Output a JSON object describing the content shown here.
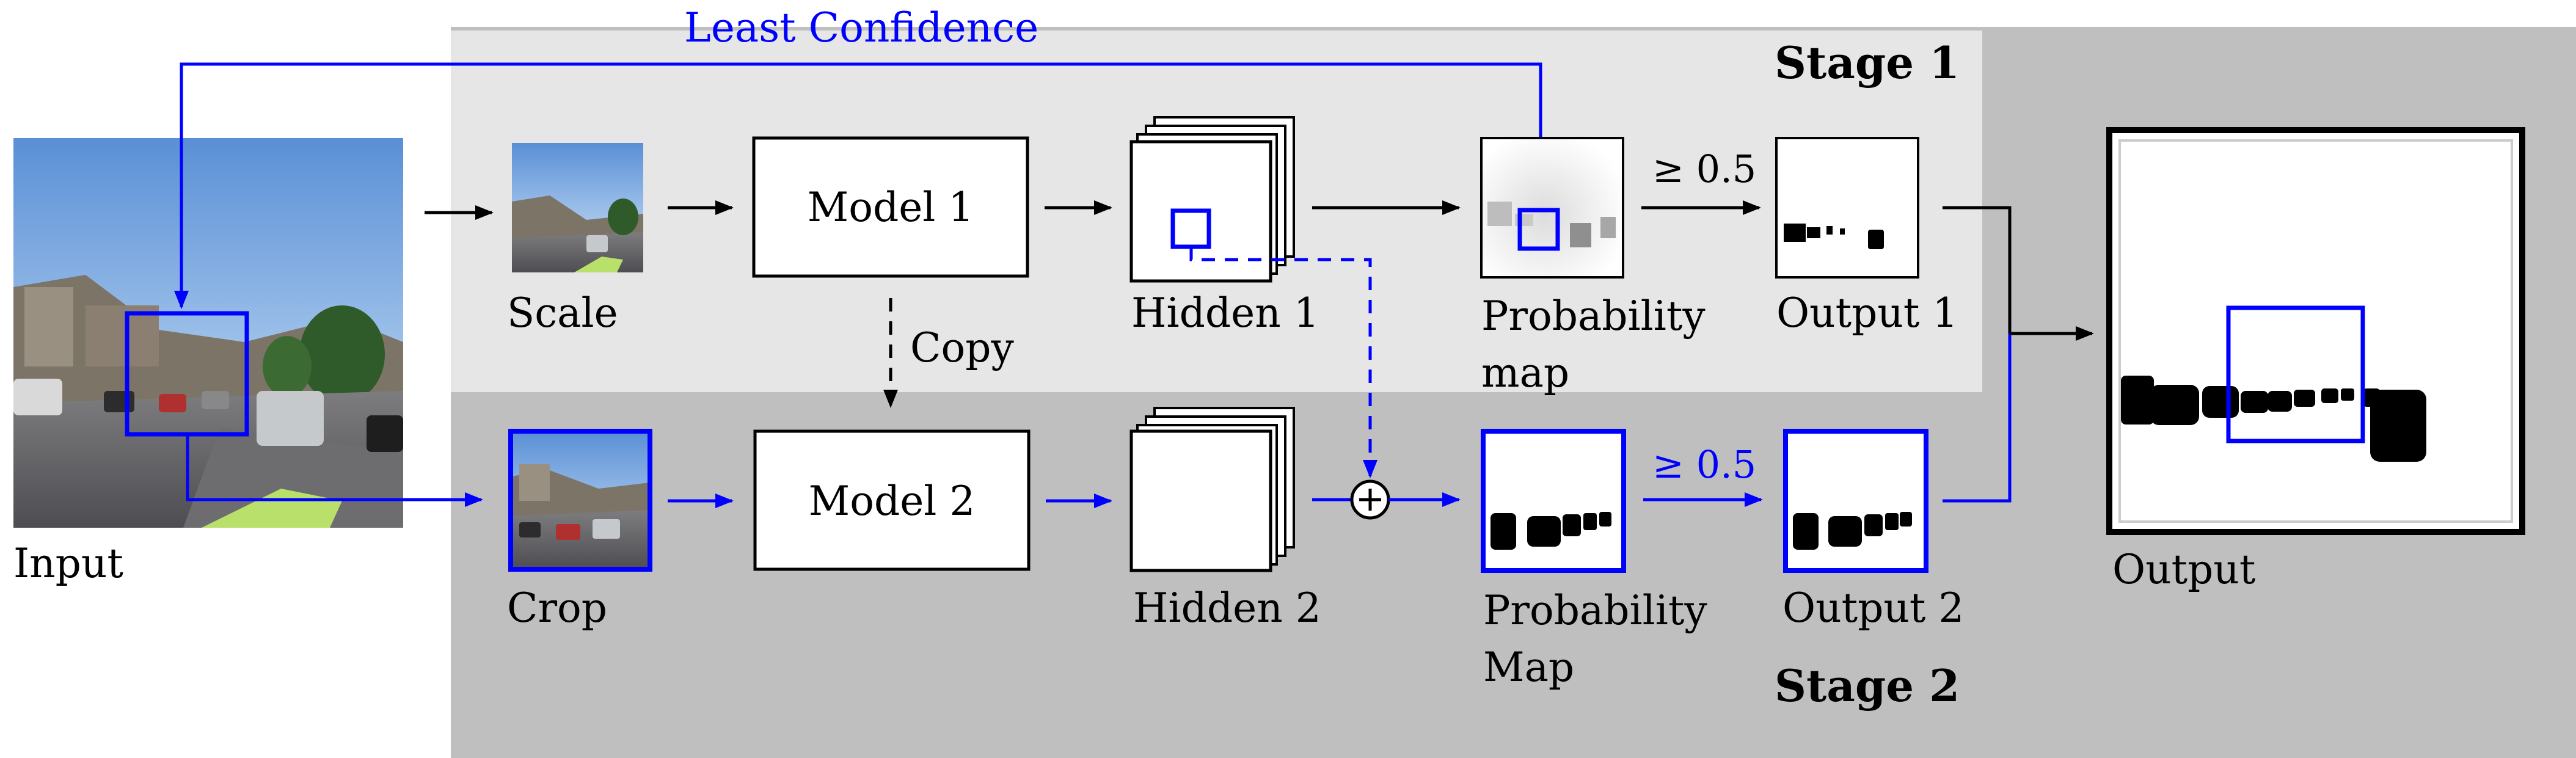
{
  "stage1": {
    "title": "Stage 1"
  },
  "stage2": {
    "title": "Stage 2"
  },
  "input": {
    "label": "Input"
  },
  "least_confidence": {
    "label": "Least Confidence"
  },
  "scale": {
    "label": "Scale"
  },
  "model1": {
    "label": "Model 1"
  },
  "model2": {
    "label": "Model 2"
  },
  "copy": {
    "label": "Copy"
  },
  "hidden1": {
    "label": "Hidden 1"
  },
  "hidden2": {
    "label": "Hidden 2"
  },
  "probmap1": {
    "label_line1": "Probability",
    "label_line2": "map"
  },
  "probmap2": {
    "label_line1": "Probability",
    "label_line2": "Map"
  },
  "threshold1": {
    "label": "≥ 0.5"
  },
  "threshold2": {
    "label": "≥ 0.5"
  },
  "output1": {
    "label": "Output 1"
  },
  "output2": {
    "label": "Output 2"
  },
  "crop": {
    "label": "Crop"
  },
  "output": {
    "label": "Output"
  },
  "colors": {
    "stage1_bg": "#e6e6e6",
    "stage2_bg": "#bfbfbf",
    "stage2_flow": "#0000ff",
    "stage1_flow": "#000000"
  }
}
